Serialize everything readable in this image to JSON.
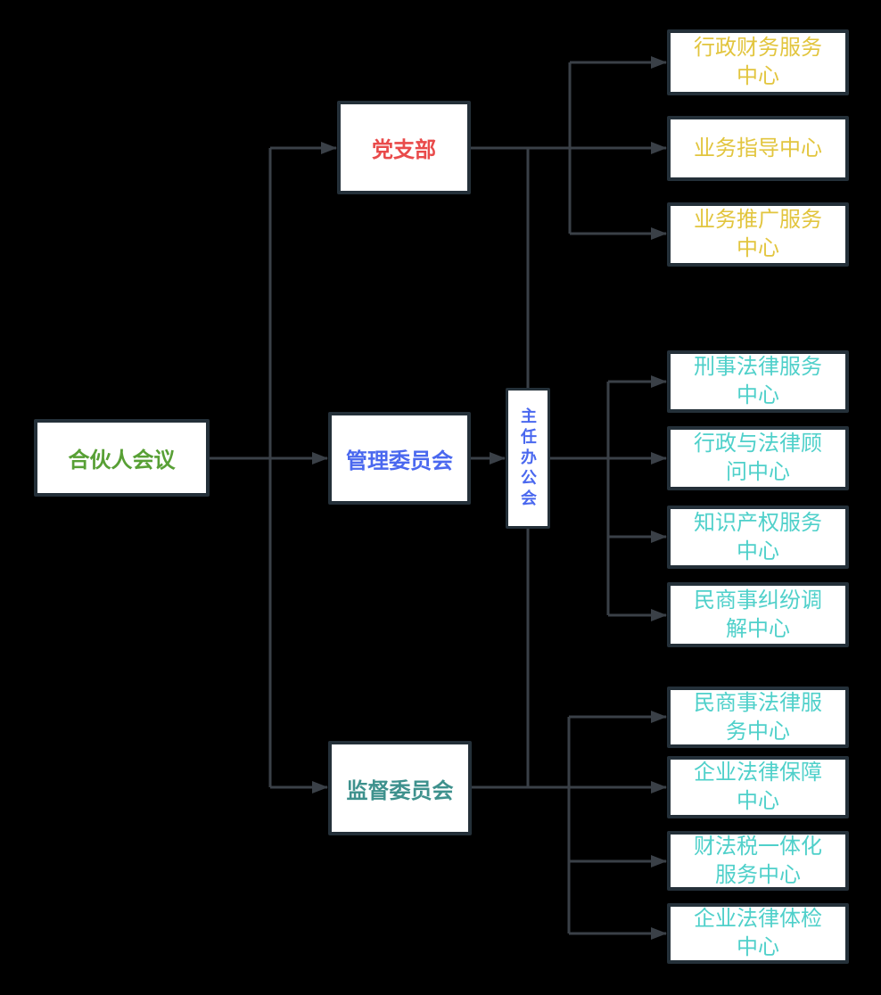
{
  "diagram": {
    "type": "org-chart-flow",
    "background": "#000000",
    "node_fill": "#ffffff",
    "node_border": "#243039",
    "connector_color": "#3a4047",
    "nodes": {
      "partners_meeting": {
        "label": "合伙人会议",
        "color": "#58a035"
      },
      "party_branch": {
        "label": "党支部",
        "color": "#e94b4b"
      },
      "management_committee": {
        "label": "管理委员会",
        "color": "#4a68ef"
      },
      "director_office": {
        "label": "主任办公会",
        "color": "#4a68ef",
        "orientation": "vertical"
      },
      "supervisory_committee": {
        "label": "监督委员会",
        "color": "#3e918d"
      },
      "party_branch_children": [
        {
          "label": "行政财务服务\n中心",
          "color": "#e2c53e"
        },
        {
          "label": "业务指导中心",
          "color": "#e2c53e"
        },
        {
          "label": "业务推广服务\n中心",
          "color": "#e2c53e"
        }
      ],
      "director_office_children": [
        {
          "label": "刑事法律服务\n中心",
          "color": "#4fd0ca"
        },
        {
          "label": "行政与法律顾\n问中心",
          "color": "#4fd0ca"
        },
        {
          "label": "知识产权服务\n中心",
          "color": "#4fd0ca"
        },
        {
          "label": "民商事纠纷调\n解中心",
          "color": "#4fd0ca"
        }
      ],
      "supervisory_children": [
        {
          "label": "民商事法律服\n务中心",
          "color": "#4fd0ca"
        },
        {
          "label": "企业法律保障\n中心",
          "color": "#4fd0ca"
        },
        {
          "label": "财法税一体化\n服务中心",
          "color": "#4fd0ca"
        },
        {
          "label": "企业法律体检\n中心",
          "color": "#4fd0ca"
        }
      ]
    },
    "edges": [
      "合伙人会议→党支部",
      "合伙人会议→管理委员会",
      "合伙人会议→监督委员会",
      "管理委员会→主任办公会",
      "党支部→行政财务服务中心",
      "党支部→业务指导中心",
      "党支部→业务推广服务中心",
      "主任办公会→刑事法律服务中心",
      "主任办公会→行政与法律顾问中心",
      "主任办公会→知识产权服务中心",
      "主任办公会→民商事纠纷调解中心",
      "监督委员会→民商事法律服务中心",
      "监督委员会→企业法律保障中心",
      "监督委员会→财法税一体化服务中心",
      "监督委员会→企业法律体检中心"
    ]
  }
}
